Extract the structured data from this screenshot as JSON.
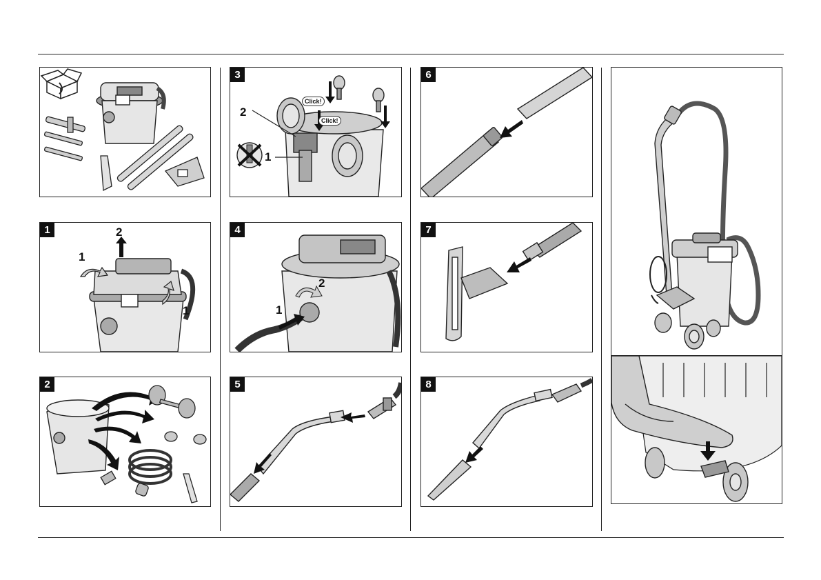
{
  "panels": {
    "unpack": {
      "label": ""
    },
    "p1": {
      "number": "1",
      "callouts": [
        "2",
        "1",
        "1"
      ]
    },
    "p2": {
      "number": "2"
    },
    "p3": {
      "number": "3",
      "callouts": [
        "2",
        "1"
      ],
      "click_labels": [
        "Click!",
        "Click!"
      ]
    },
    "p4": {
      "number": "4",
      "callouts": [
        "2",
        "1"
      ]
    },
    "p5": {
      "number": "5"
    },
    "p6": {
      "number": "6"
    },
    "p7": {
      "number": "7"
    },
    "p8": {
      "number": "8"
    },
    "side_top": {
      "label": ""
    },
    "side_bottom": {
      "label": ""
    }
  },
  "icons": {
    "box": "open-box-icon",
    "no_tool": "crossed-out-screwdriver-icon",
    "arrow": "arrow-icon"
  },
  "colors": {
    "line": "#222222",
    "fill_light": "#e2e2e2",
    "fill_mid": "#bdbdbd",
    "fill_dark": "#8a8a8a",
    "badge_bg": "#111111"
  }
}
